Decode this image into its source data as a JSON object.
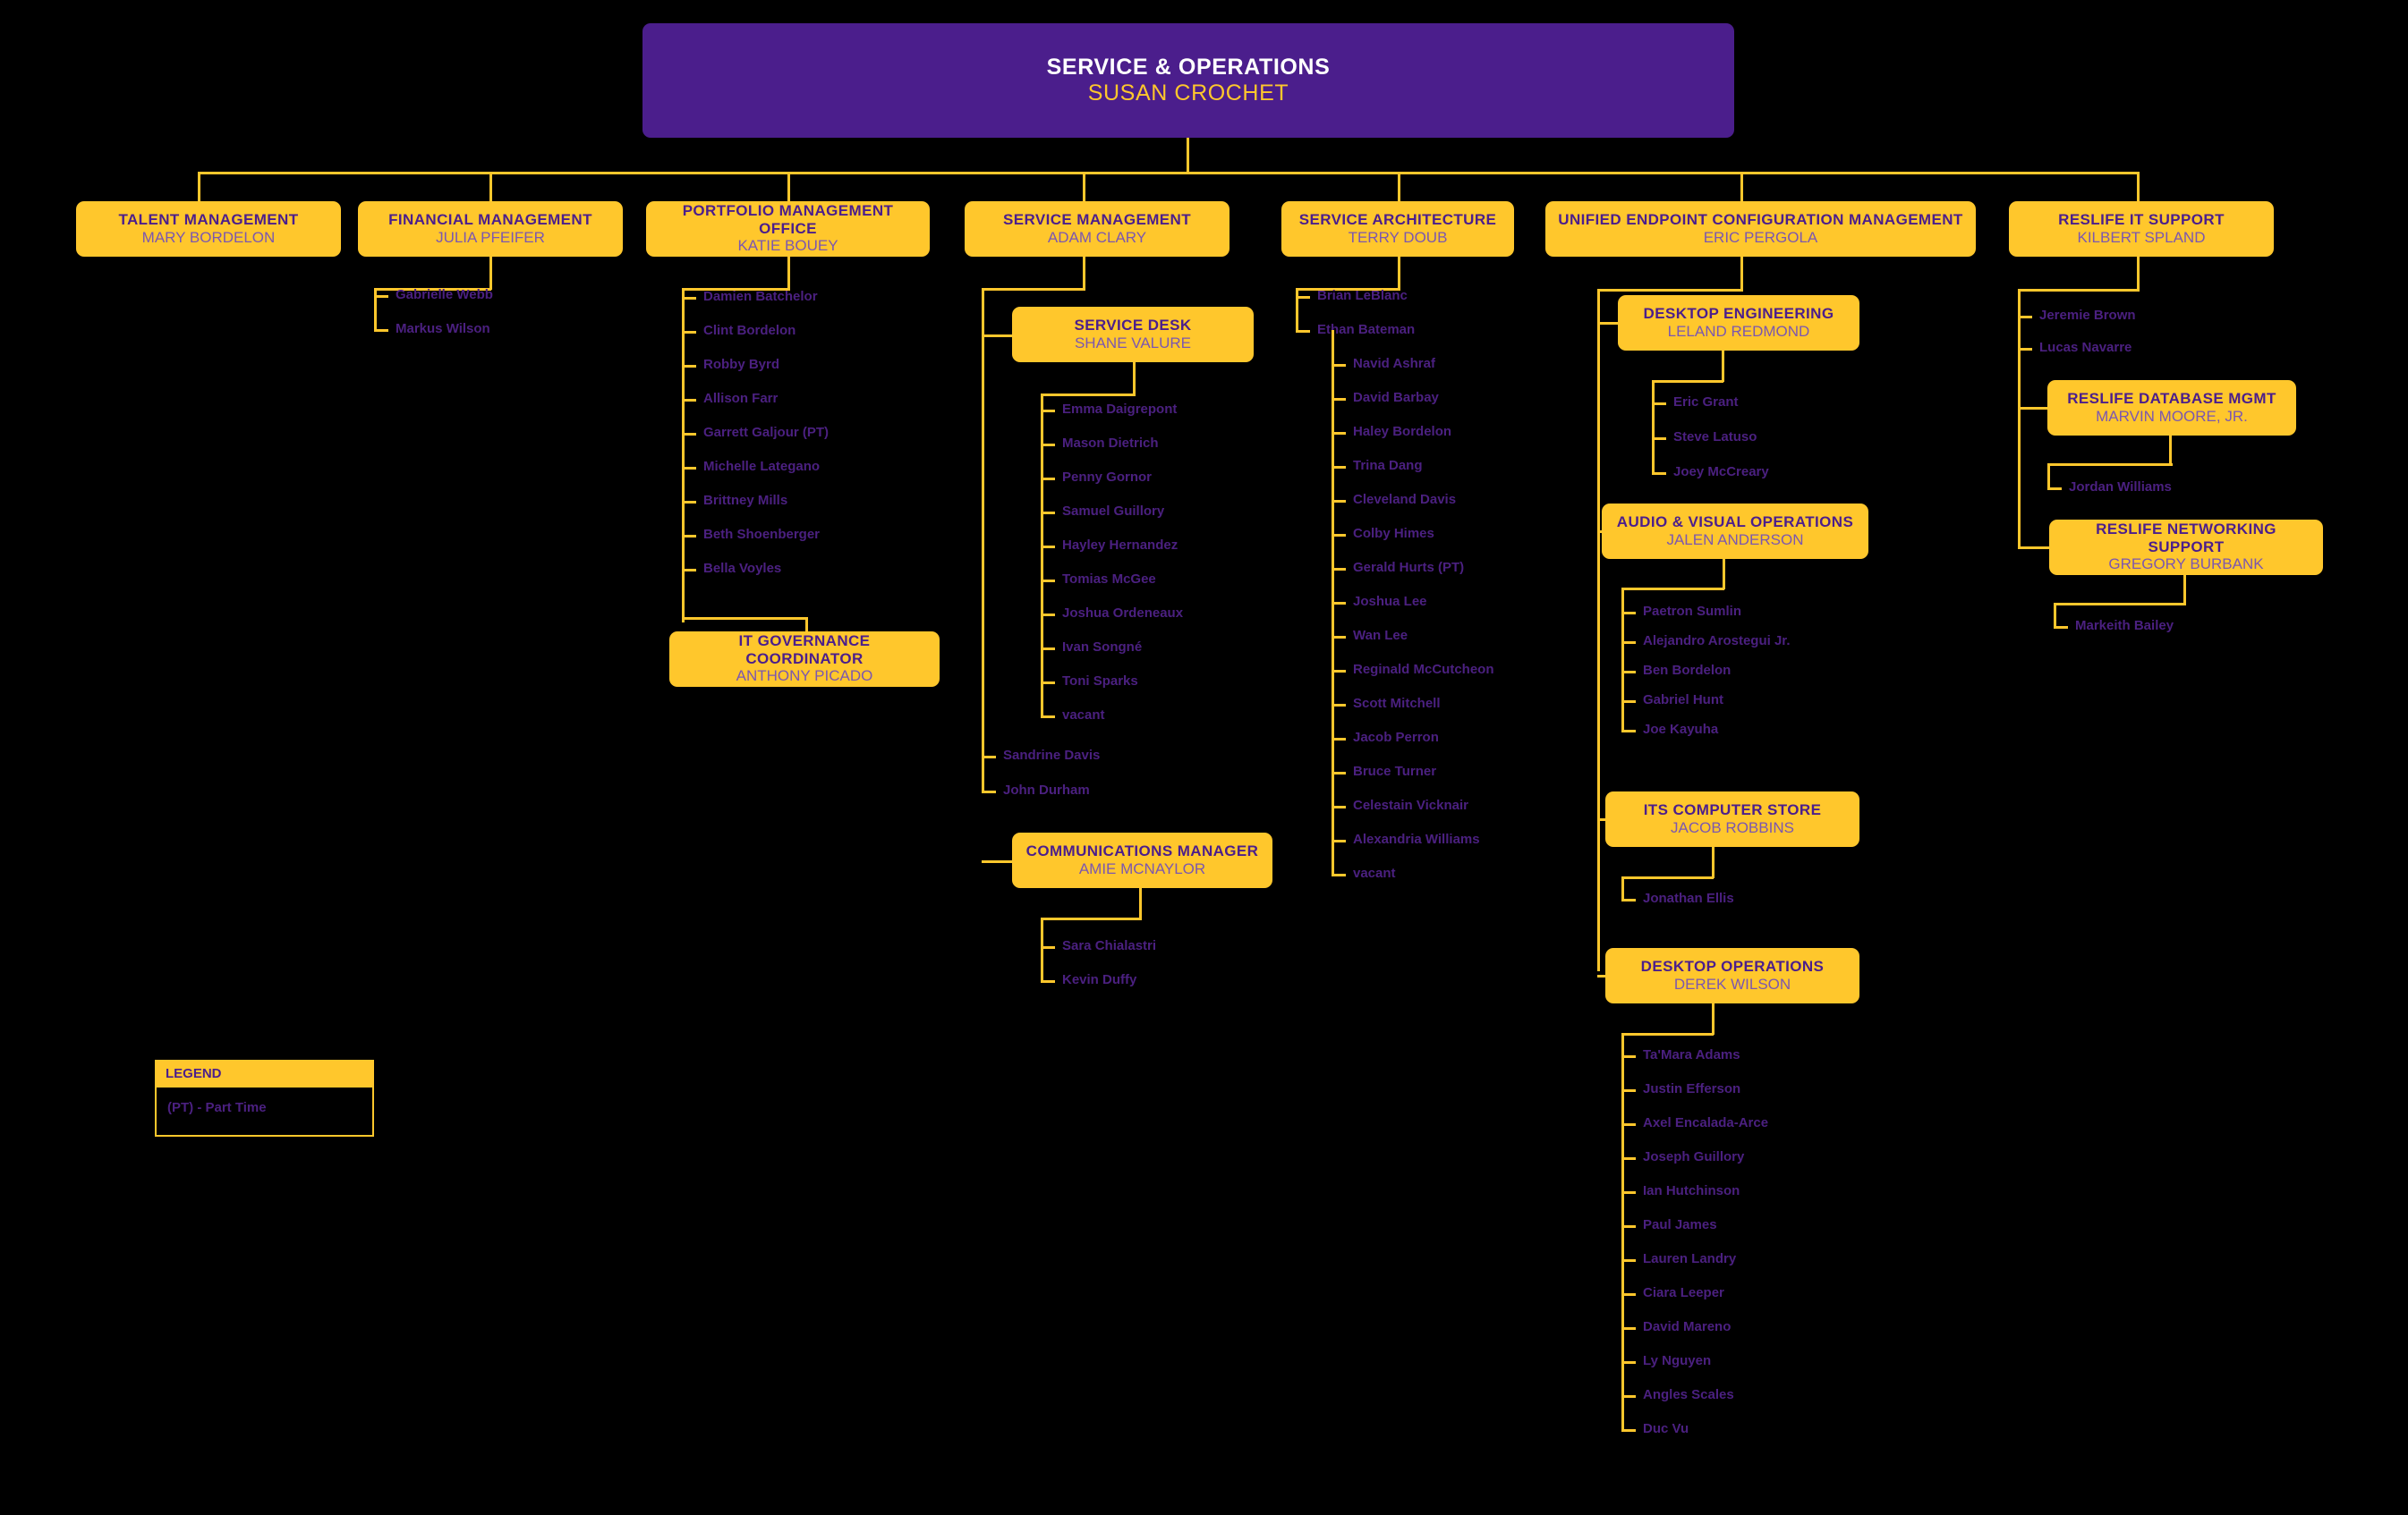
{
  "chart_title": "SERVICE & OPERATIONS",
  "colors": {
    "background": "#000000",
    "root_box": "#4B1E8C",
    "unit_box": "#FFC72C",
    "connector": "#FFC72C",
    "unit_title": "#4B1E8C",
    "unit_name": "#7B57B0",
    "staff_name": "#4B2080",
    "root_title": "#FFFFFF",
    "root_name": "#FFC72C"
  },
  "root": {
    "title": "SERVICE & OPERATIONS",
    "name": "SUSAN CROCHET"
  },
  "units": {
    "talent_management": {
      "title": "TALENT MANAGEMENT",
      "name": "MARY BORDELON"
    },
    "financial_management": {
      "title": "FINANCIAL MANAGEMENT",
      "name": "JULIA PFEIFER"
    },
    "portfolio_management_office": {
      "title": "PORTFOLIO MANAGEMENT OFFICE",
      "name": "KATIE BOUEY"
    },
    "service_management": {
      "title": "SERVICE MANAGEMENT",
      "name": "ADAM CLARY"
    },
    "service_architecture": {
      "title": "SERVICE ARCHITECTURE",
      "name": "TERRY DOUB"
    },
    "unified_endpoint": {
      "title": "UNIFIED ENDPOINT CONFIGURATION MANAGEMENT",
      "name": "ERIC PERGOLA"
    },
    "reslife_it_support": {
      "title": "RESLIFE IT SUPPORT",
      "name": "KILBERT SPLAND"
    },
    "service_desk": {
      "title": "SERVICE DESK",
      "name": "SHANE VALURE"
    },
    "it_governance": {
      "title": "IT GOVERNANCE COORDINATOR",
      "name": "ANTHONY PICADO"
    },
    "communications_manager": {
      "title": "COMMUNICATIONS MANAGER",
      "name": "AMIE MCNAYLOR"
    },
    "desktop_engineering": {
      "title": "DESKTOP ENGINEERING",
      "name": "LELAND REDMOND"
    },
    "audio_visual_operations": {
      "title": "AUDIO & VISUAL OPERATIONS",
      "name": "JALEN ANDERSON"
    },
    "its_computer_store": {
      "title": "ITS COMPUTER STORE",
      "name": "JACOB ROBBINS"
    },
    "desktop_operations": {
      "title": "DESKTOP OPERATIONS",
      "name": "DEREK WILSON"
    },
    "reslife_database_mgmt": {
      "title": "RESLIFE DATABASE MGMT",
      "name": "MARVIN MOORE, JR."
    },
    "reslife_networking_support": {
      "title": "RESLIFE NETWORKING SUPPORT",
      "name": "GREGORY BURBANK"
    }
  },
  "staff": {
    "financial_management": [
      "Gabrielle Webb",
      "Markus Wilson"
    ],
    "portfolio_management_office": [
      "Damien Batchelor",
      "Clint Bordelon",
      "Robby Byrd",
      "Allison Farr",
      "Garrett Galjour (PT)",
      "Michelle Lategano",
      "Brittney Mills",
      "Beth Shoenberger",
      "Bella Voyles"
    ],
    "service_desk": [
      "Emma Daigrepont",
      "Mason Dietrich",
      "Penny Gornor",
      "Samuel Guillory",
      "Hayley Hernandez",
      "Tomias McGee",
      "Joshua Ordeneaux",
      "Ivan Songné",
      "Toni Sparks",
      "vacant"
    ],
    "service_management_direct": [
      "Sandrine Davis",
      "John Durham"
    ],
    "communications_manager": [
      "Sara Chialastri",
      "Kevin Duffy"
    ],
    "service_architecture_direct": [
      "Brian LeBlanc",
      "Ethan Bateman"
    ],
    "ethan_bateman": [
      "Navid Ashraf",
      "David Barbay",
      "Haley Bordelon",
      "Trina Dang",
      "Cleveland Davis",
      "Colby Himes",
      "Gerald Hurts (PT)",
      "Joshua Lee",
      "Wan Lee",
      "Reginald McCutcheon",
      "Scott Mitchell",
      "Jacob Perron",
      "Bruce Turner",
      "Celestain Vicknair",
      "Alexandria Williams",
      "vacant"
    ],
    "desktop_engineering": [
      "Eric Grant",
      "Steve Latuso",
      "Joey McCreary"
    ],
    "audio_visual_operations": [
      "Paetron Sumlin",
      "Alejandro Arostegui Jr.",
      "Ben Bordelon",
      "Gabriel Hunt",
      "Joe Kayuha"
    ],
    "its_computer_store": [
      "Jonathan Ellis"
    ],
    "desktop_operations": [
      "Ta'Mara Adams",
      "Justin Efferson",
      "Axel Encalada-Arce",
      "Joseph Guillory",
      "Ian Hutchinson",
      "Paul James",
      "Lauren Landry",
      "Ciara Leeper",
      "David Mareno",
      "Ly Nguyen",
      "Angles Scales",
      "Duc Vu"
    ],
    "reslife_it_support_direct": [
      "Jeremie Brown",
      "Lucas Navarre"
    ],
    "reslife_database_mgmt": [
      "Jordan Williams"
    ],
    "reslife_networking_support": [
      "Markeith Bailey"
    ]
  },
  "legend": {
    "header": "LEGEND",
    "items": [
      "(PT) - Part Time"
    ]
  }
}
